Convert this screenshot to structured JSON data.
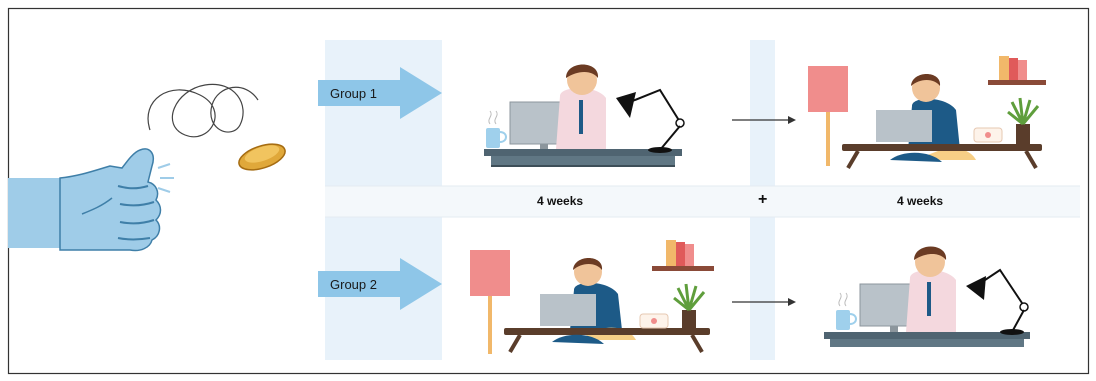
{
  "groups": [
    {
      "label": "Group 1"
    },
    {
      "label": "Group 2"
    }
  ],
  "periods": [
    {
      "label": "4 weeks"
    },
    {
      "label": "4 weeks"
    }
  ],
  "combine_symbol": "+",
  "colors": {
    "border": "#333333",
    "band": "#e8f2fa",
    "arrow": "#8ec6e8",
    "hand": "#9fcce8",
    "hand_outline": "#3f7fa8",
    "coin": "#e0a83a",
    "desk": "#4f6471",
    "monitor": "#b9c2c9",
    "lamp_shade": "#f08d8c",
    "lamp_pole": "#f1b86a",
    "shirt_pink": "#f4d8de",
    "shirt_blue": "#1d5a87",
    "hair": "#6b3b23",
    "skin": "#f0c49a",
    "plant": "#5f9e3c",
    "pot": "#5a3d2b",
    "shelf": "#8a4a38",
    "mug": "#9fd0ec",
    "cushion": "#f7cf86"
  }
}
